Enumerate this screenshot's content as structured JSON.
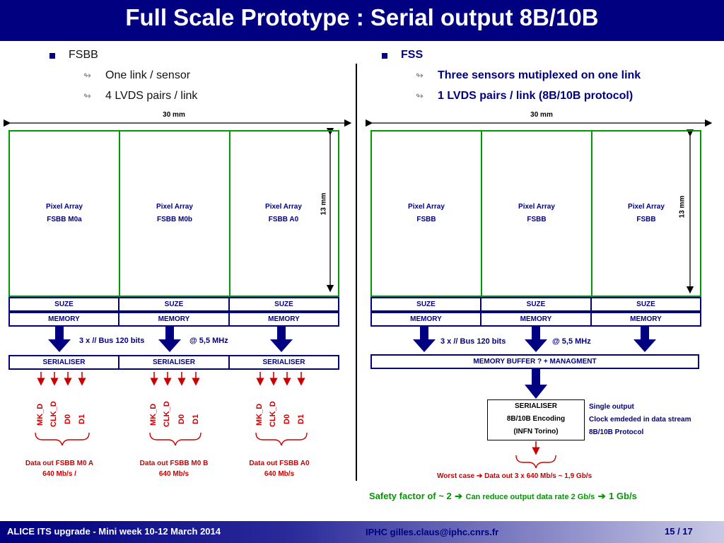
{
  "header": {
    "title": "Full Scale Prototype : Serial output 8B/10B"
  },
  "left": {
    "heading": "FSBB",
    "sub1": "One link / sensor",
    "sub2": "4 LVDS pairs / link",
    "dim_width": "30 mm",
    "dim_height": "13 mm",
    "cells": [
      {
        "line1": "Pixel Array",
        "line2": "FSBB M0a"
      },
      {
        "line1": "Pixel Array",
        "line2": "FSBB M0b"
      },
      {
        "line1": "Pixel Array",
        "line2": "FSBB A0"
      }
    ],
    "suze": "SUZE",
    "memory": "MEMORY",
    "bus_label": "3 x // Bus 120 bits",
    "freq_label": "@ 5,5 MHz",
    "serialiser": "SERIALISER",
    "signals": [
      "MK_D",
      "CLK_D",
      "D0",
      "D1"
    ],
    "outputs": [
      {
        "line1": "Data out FSBB M0 A",
        "line2": "640  Mb/s /"
      },
      {
        "line1": "Data out FSBB M0 B",
        "line2": "640 Mb/s"
      },
      {
        "line1": "Data out FSBB A0",
        "line2": "640 Mb/s"
      }
    ]
  },
  "right": {
    "heading": "FSS",
    "sub1": "Three sensors mutiplexed on one link",
    "sub2": "1 LVDS pairs / link (8B/10B protocol)",
    "dim_width": "30 mm",
    "dim_height": "13 mm",
    "cells": [
      {
        "line1": "Pixel Array",
        "line2": "FSBB"
      },
      {
        "line1": "Pixel Array",
        "line2": "FSBB"
      },
      {
        "line1": "Pixel Array",
        "line2": "FSBB"
      }
    ],
    "suze": "SUZE",
    "memory": "MEMORY",
    "bus_label": "3 x // Bus 120 bits",
    "freq_label": "@ 5,5 MHz",
    "buffer": "MEMORY BUFFER ?  + MANAGMENT",
    "serialiser_box": {
      "line1": "SERIALISER",
      "line2": "8B/10B Encoding",
      "line3": "(INFN Torino)"
    },
    "notes": [
      "Single output",
      "Clock emdeded in data stream",
      "8B/10B Protocol"
    ],
    "worst_case_prefix": "Worst case",
    "worst_case_suffix": "Data out 3 x 640 Mb/s ~ 1,9 Gb/s"
  },
  "safety": {
    "part1": "Safety factor of ~ 2",
    "part2": "Can reduce output data rate 2 Gb/s",
    "part3": "1 Gb/s"
  },
  "footer": {
    "left": "ALICE ITS upgrade - Mini week 10-12 March 2014",
    "center": "IPHC  gilles.claus@iphc.cnrs.fr",
    "page": "15 / 17"
  },
  "colors": {
    "navy": "#000080",
    "green": "#009900",
    "red": "#cc0000"
  }
}
